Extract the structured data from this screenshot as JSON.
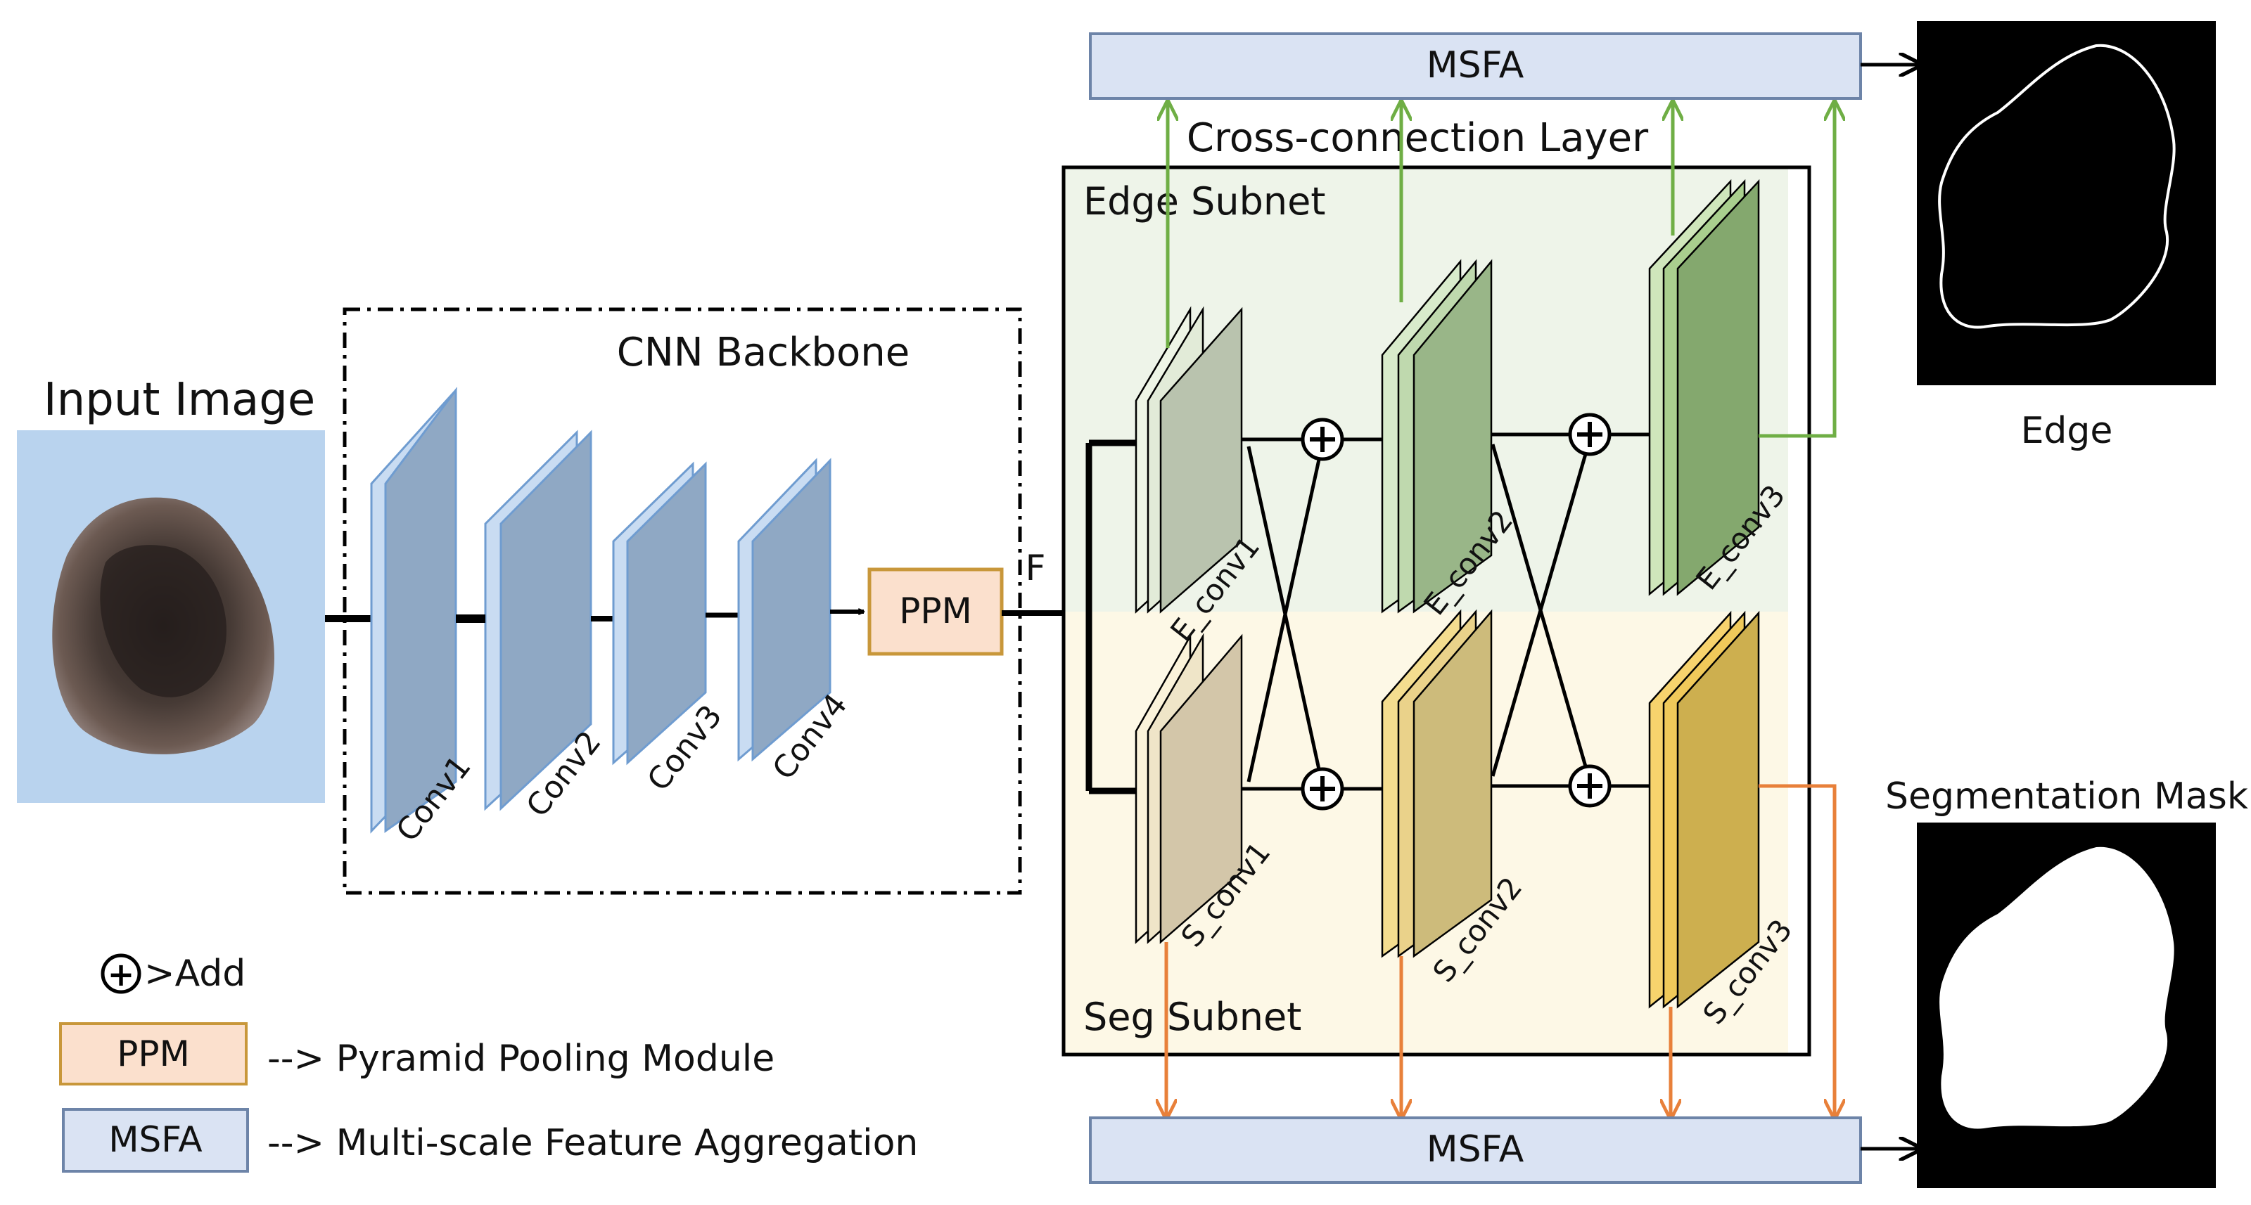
{
  "title": "",
  "labels": {
    "input_image": "Input Image",
    "cnn_backbone": "CNN Backbone",
    "feature": "F",
    "cross_connection": "Cross-connection Layer",
    "edge_subnet": "Edge Subnet",
    "seg_subnet": "Seg Subnet",
    "edge_output": "Edge",
    "seg_output": "Segmentation Mask"
  },
  "backbone_layers": [
    "Conv1",
    "Conv2",
    "Conv3",
    "Conv4"
  ],
  "edge_layers": [
    "E_conv1",
    "E_conv2",
    "E_conv3"
  ],
  "seg_layers": [
    "S_conv1",
    "S_conv2",
    "S_conv3"
  ],
  "modules": {
    "ppm": "PPM",
    "msfa_top": "MSFA",
    "msfa_bottom": "MSFA"
  },
  "legend": {
    "add_symbol": "+",
    "add_text": ">Add",
    "ppm_box": "PPM",
    "ppm_text": "--> Pyramid Pooling Module",
    "msfa_box": "MSFA",
    "msfa_text": "--> Multi-scale Feature Aggregation"
  },
  "colors": {
    "backbone_fill": "#8fa8c4",
    "backbone_stroke": "#6f9cd0",
    "backbone_face": "#c9dcf2",
    "ppm_fill": "#fbe0cd",
    "ppm_stroke": "#c8973a",
    "msfa_fill": "#dae3f3",
    "msfa_stroke": "#6d84a8",
    "edge_region": "#eef4e9",
    "seg_region": "#fdf8e6",
    "edge_arrow": "#6fae45",
    "seg_arrow": "#e8803a",
    "e_conv1": "#b9c3ae",
    "e_conv2": "#99b688",
    "e_conv3": "#84a86e",
    "s_conv1": "#d3c6a9",
    "s_conv2": "#cdbb7b",
    "s_conv3": "#cdaf4f"
  }
}
